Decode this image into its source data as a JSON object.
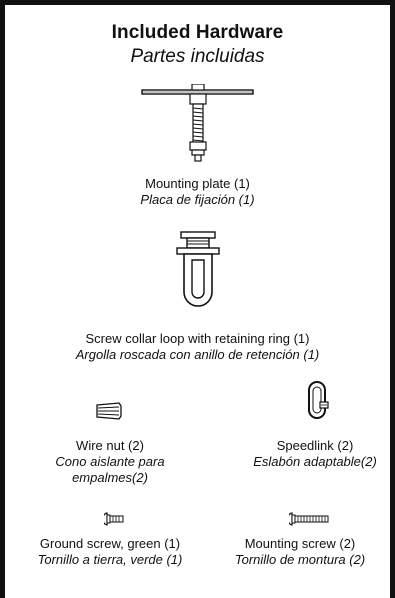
{
  "header": {
    "title": "Included Hardware",
    "subtitle": "Partes incluidas"
  },
  "items": [
    {
      "icon": "mounting-plate-icon",
      "en": "Mounting plate (1)",
      "es": "Placa de fijación (1)"
    },
    {
      "icon": "screw-collar-loop-icon",
      "en": "Screw collar loop with retaining ring (1)",
      "es": "Argolla roscada con anillo de retención (1)"
    },
    {
      "icon": "wire-nut-icon",
      "en": "Wire nut (2)",
      "es": "Cono aislante para empalmes(2)"
    },
    {
      "icon": "speedlink-icon",
      "en": "Speedlink (2)",
      "es": "Eslabón adaptable(2)"
    },
    {
      "icon": "ground-screw-icon",
      "en": "Ground screw, green (1)",
      "es": "Tornillo a tierra, verde (1)"
    },
    {
      "icon": "mounting-screw-icon",
      "en": "Mounting screw (2)",
      "es": "Tornillo de montura (2)"
    }
  ]
}
